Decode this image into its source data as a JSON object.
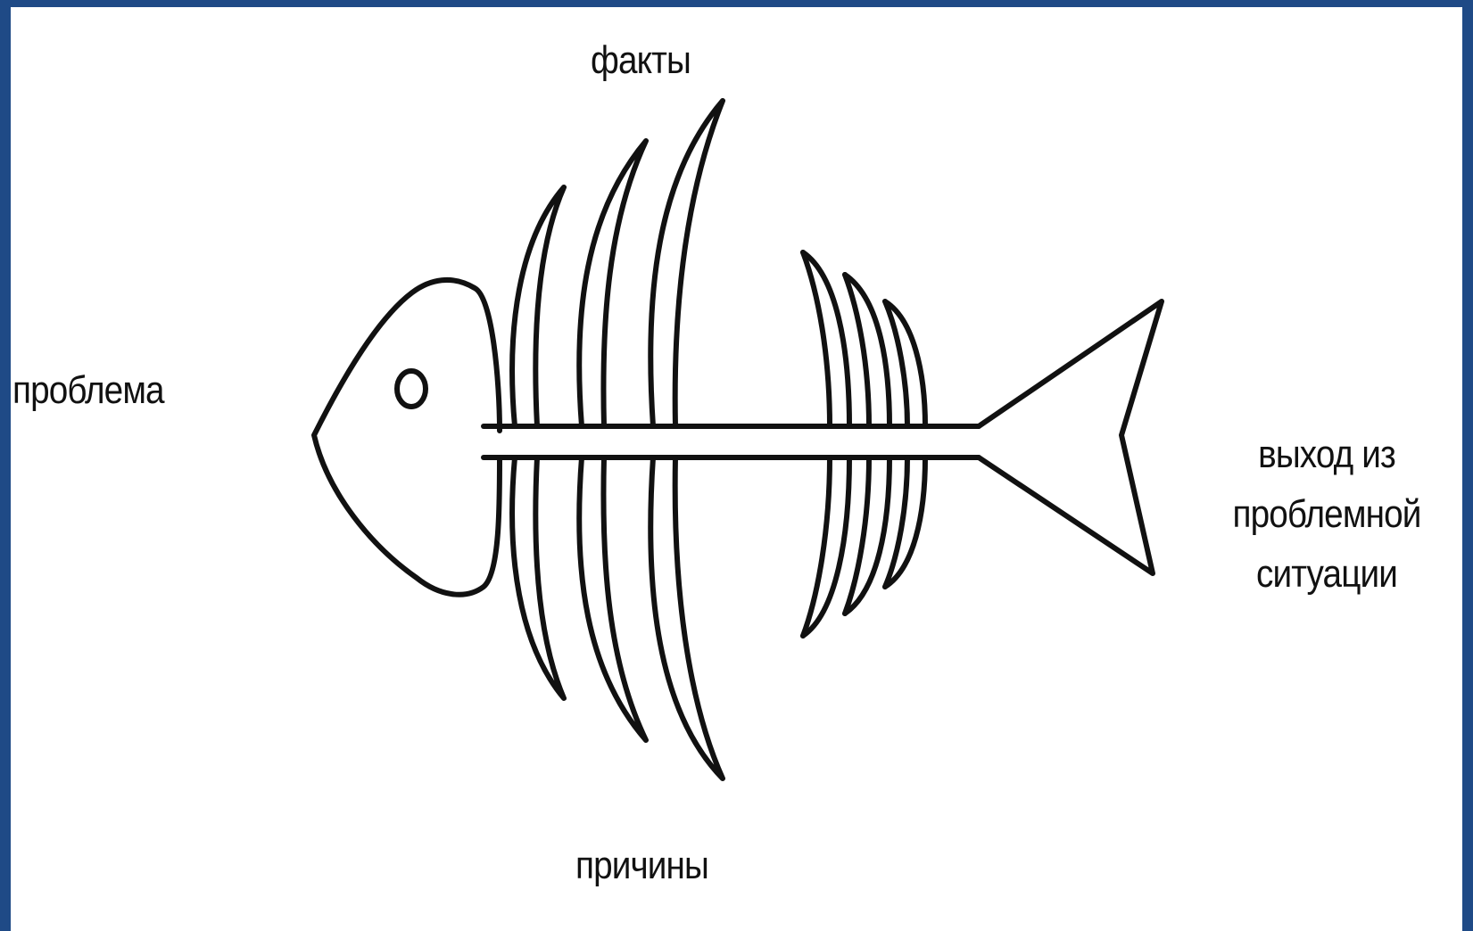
{
  "diagram": {
    "top_label": "факты",
    "bottom_label": "причины",
    "left_label": "проблема",
    "right_label_lines": [
      "выход из",
      "проблемной",
      "ситуации"
    ]
  },
  "colors": {
    "frame_border": "#1f4a86",
    "background": "#ffffff",
    "stroke": "#111111"
  }
}
